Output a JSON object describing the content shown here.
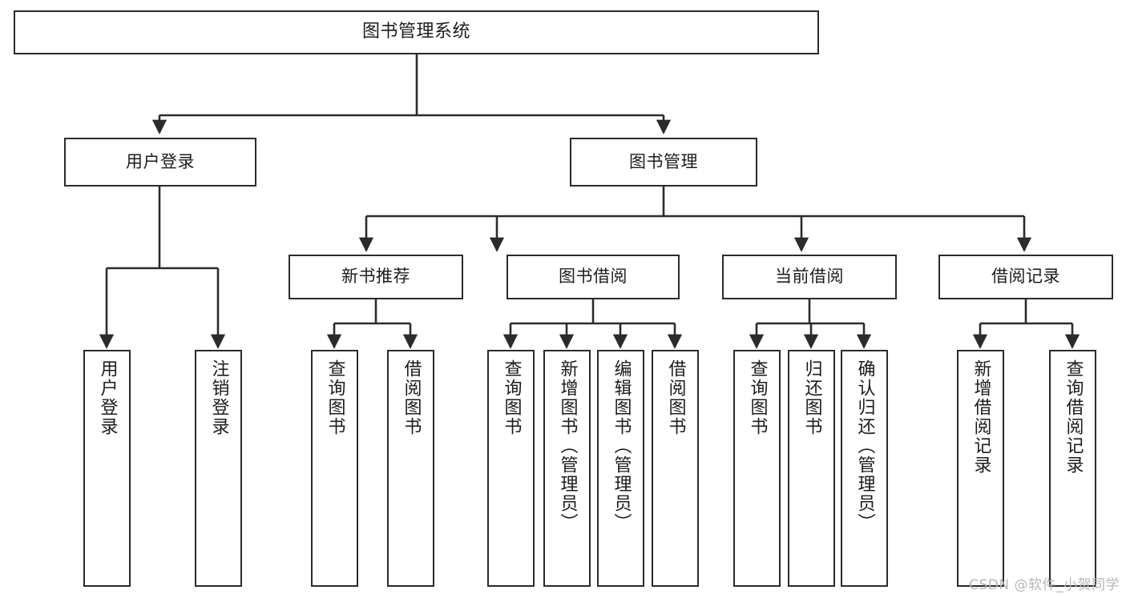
{
  "diagram": {
    "type": "tree",
    "title": "图书管理系统",
    "watermark": "CSDN @软件_小贺同学",
    "colors": {
      "background": "#ffffff",
      "stroke": "#2b2b2b",
      "text": "#1c1c1c",
      "watermark": "#b6b6b6"
    },
    "nodes": {
      "root": {
        "label": "图书管理系统"
      },
      "level2": [
        {
          "id": "user-login",
          "label": "用户登录"
        },
        {
          "id": "book-management",
          "label": "图书管理"
        }
      ],
      "level3": [
        {
          "id": "new-book-recommend",
          "label": "新书推荐"
        },
        {
          "id": "book-borrow",
          "label": "图书借阅"
        },
        {
          "id": "current-borrow",
          "label": "当前借阅"
        },
        {
          "id": "borrow-record",
          "label": "借阅记录"
        }
      ],
      "leaves": {
        "user_login": [
          {
            "id": "leaf-user-login",
            "label": "用户登录"
          },
          {
            "id": "leaf-logout-login",
            "label": "注销登录"
          }
        ],
        "new_book_recommend": [
          {
            "id": "leaf-query-book-1",
            "label": "查询图书"
          },
          {
            "id": "leaf-borrow-book-1",
            "label": "借阅图书"
          }
        ],
        "book_borrow": [
          {
            "id": "leaf-query-book-2",
            "label": "查询图书"
          },
          {
            "id": "leaf-add-book",
            "label": "新增图书（管理员）"
          },
          {
            "id": "leaf-edit-book",
            "label": "编辑图书（管理员）"
          },
          {
            "id": "leaf-borrow-book-2",
            "label": "借阅图书"
          }
        ],
        "current_borrow": [
          {
            "id": "leaf-query-book-3",
            "label": "查询图书"
          },
          {
            "id": "leaf-return-book",
            "label": "归还图书"
          },
          {
            "id": "leaf-confirm-return",
            "label": "确认归还（管理员）"
          }
        ],
        "borrow_record": [
          {
            "id": "leaf-add-record",
            "label": "新增借阅记录"
          },
          {
            "id": "leaf-query-record",
            "label": "查询借阅记录"
          }
        ]
      }
    }
  }
}
